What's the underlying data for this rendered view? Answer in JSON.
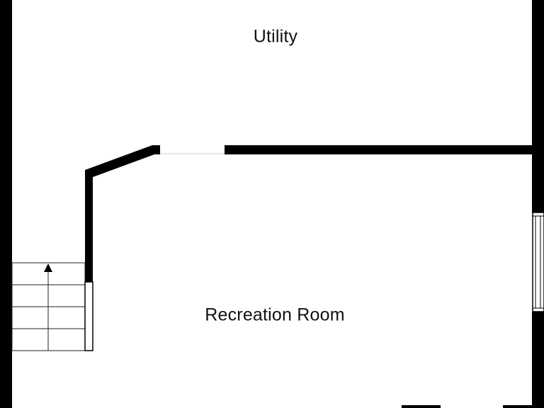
{
  "floorplan": {
    "rooms": [
      {
        "id": "utility",
        "label": "Utility"
      },
      {
        "id": "recreation",
        "label": "Recreation Room"
      }
    ],
    "colors": {
      "wall": "#000000",
      "background": "#ffffff",
      "line": "#222222",
      "label": "#111111"
    },
    "icons": {
      "stair-direction": "arrow-up-icon"
    }
  }
}
